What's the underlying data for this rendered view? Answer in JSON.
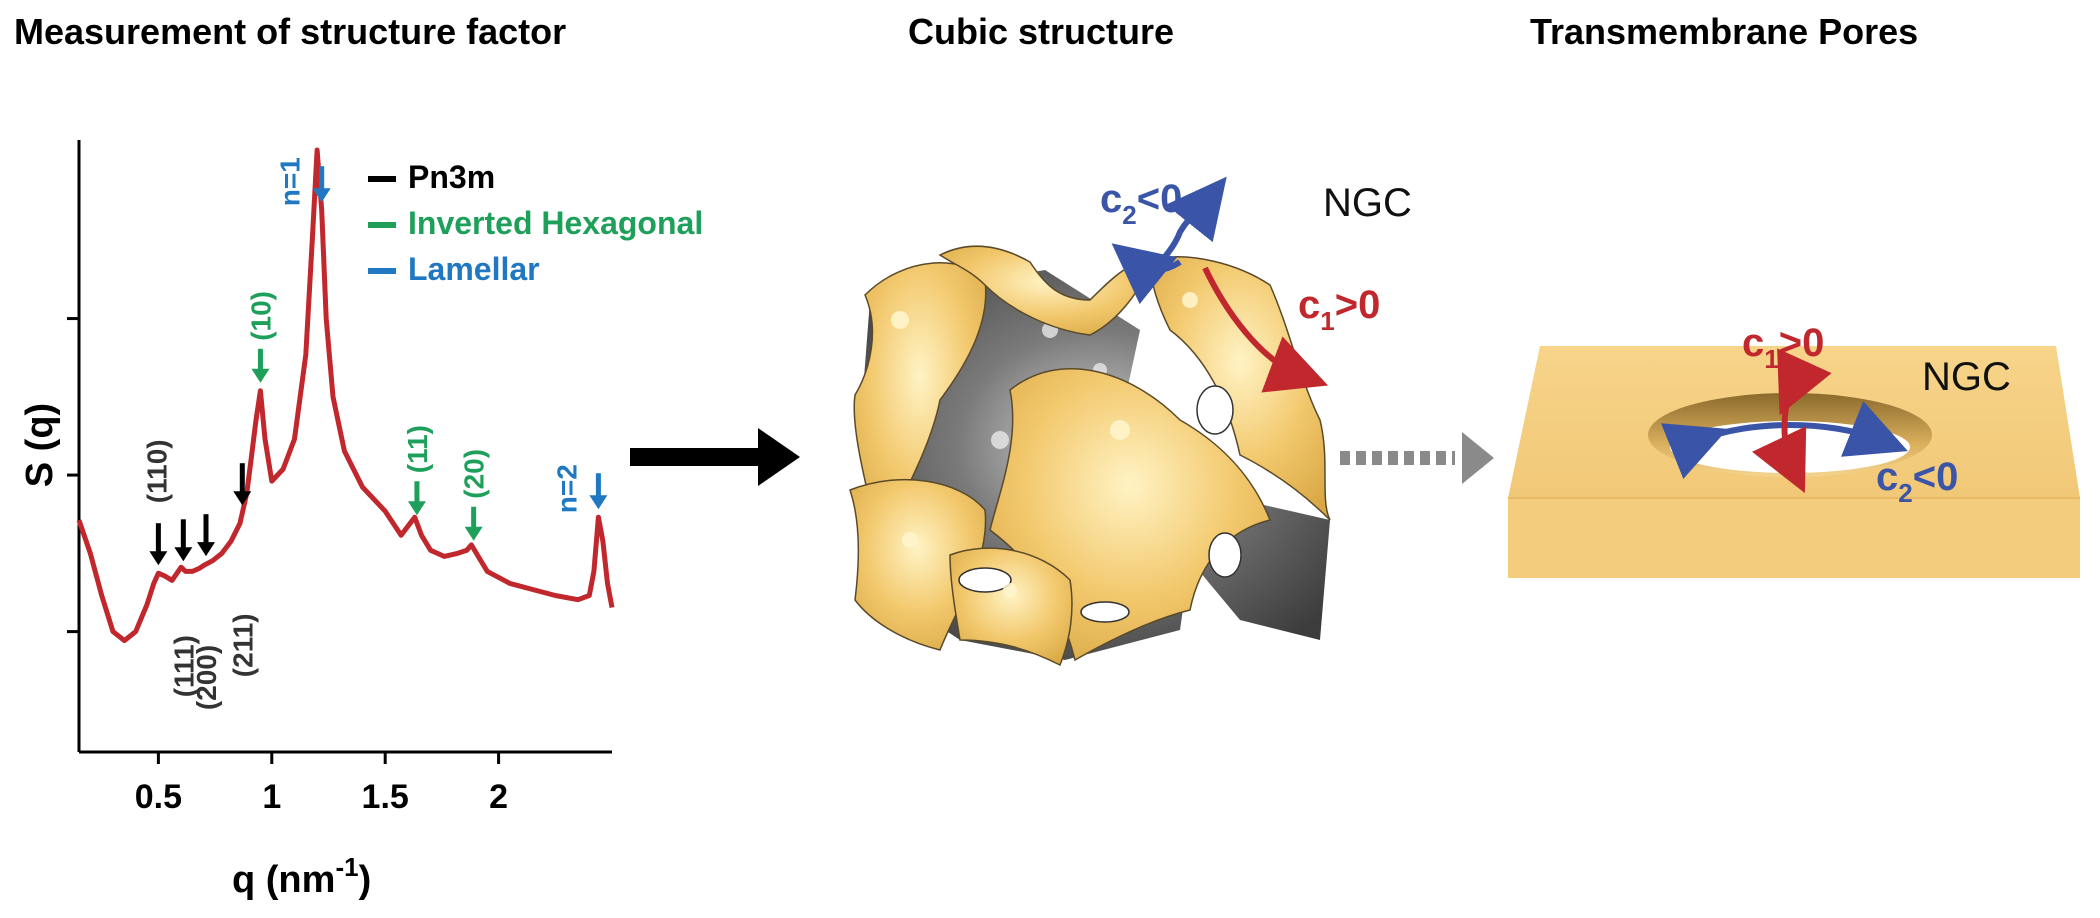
{
  "titles": {
    "left": "Measurement of structure factor",
    "middle": "Cubic structure",
    "right": "Transmembrane Pores"
  },
  "colors": {
    "curve": "#c0282d",
    "pn3m": "#000000",
    "hexagonal": "#1fa05a",
    "lamellar": "#1f78c1",
    "membrane_gold": "#f1c97a",
    "cubic_gray": "#6d6d6d",
    "c1_red": "#c0282d",
    "c2_blue": "#3a55a8",
    "dashed_arrow_gray": "#8a8a8a"
  },
  "chart_data": {
    "type": "line",
    "title": "Measurement of structure factor",
    "xlabel": "q (nm",
    "xlabel_sup": "-1",
    "xlabel_close": ")",
    "ylabel": "S (q)",
    "xlim": [
      0.15,
      2.5
    ],
    "ylim": [
      0,
      1
    ],
    "xticks": [
      0.5,
      1,
      1.5,
      2
    ],
    "xtick_labels": [
      "0.5",
      "1",
      "1.5",
      "2"
    ],
    "yticks": [
      0.2,
      0.46,
      0.72
    ],
    "series": [
      {
        "color": "#c0282d",
        "x": [
          0.15,
          0.2,
          0.25,
          0.3,
          0.35,
          0.4,
          0.45,
          0.48,
          0.5,
          0.53,
          0.56,
          0.6,
          0.62,
          0.65,
          0.68,
          0.7,
          0.74,
          0.78,
          0.82,
          0.86,
          0.89,
          0.91,
          0.93,
          0.95,
          0.97,
          1.0,
          1.05,
          1.1,
          1.15,
          1.18,
          1.2,
          1.22,
          1.24,
          1.27,
          1.32,
          1.4,
          1.5,
          1.57,
          1.6,
          1.63,
          1.66,
          1.7,
          1.76,
          1.82,
          1.86,
          1.88,
          1.91,
          1.95,
          2.05,
          2.15,
          2.25,
          2.35,
          2.4,
          2.42,
          2.44,
          2.46,
          2.48,
          2.5
        ],
        "y": [
          0.385,
          0.33,
          0.26,
          0.2,
          0.185,
          0.2,
          0.245,
          0.28,
          0.297,
          0.292,
          0.285,
          0.307,
          0.3,
          0.3,
          0.305,
          0.31,
          0.318,
          0.33,
          0.35,
          0.38,
          0.43,
          0.49,
          0.55,
          0.6,
          0.52,
          0.45,
          0.47,
          0.52,
          0.66,
          0.86,
          1.0,
          0.9,
          0.72,
          0.59,
          0.5,
          0.44,
          0.4,
          0.36,
          0.375,
          0.39,
          0.36,
          0.335,
          0.325,
          0.33,
          0.335,
          0.344,
          0.325,
          0.3,
          0.28,
          0.27,
          0.26,
          0.253,
          0.26,
          0.3,
          0.39,
          0.35,
          0.28,
          0.24
        ]
      }
    ],
    "legend": [
      {
        "label": "Pn3m",
        "color": "#000000"
      },
      {
        "label": "Inverted Hexagonal",
        "color": "#1fa05a"
      },
      {
        "label": "Lamellar",
        "color": "#1f78c1"
      }
    ],
    "legend_position": "top-right",
    "annotations": {
      "pn3m": [
        {
          "x": 0.5,
          "label": "(110)",
          "label_side": "above"
        },
        {
          "x": 0.61,
          "label": "(111)",
          "label_side": "below"
        },
        {
          "x": 0.71,
          "label": "(200)",
          "label_side": "below"
        },
        {
          "x": 0.87,
          "label": "(211)",
          "label_side": "below"
        }
      ],
      "hexagonal": [
        {
          "x": 0.95,
          "label": "(10)"
        },
        {
          "x": 1.64,
          "label": "(11)"
        },
        {
          "x": 1.89,
          "label": "(20)"
        }
      ],
      "lamellar": [
        {
          "x": 1.22,
          "label": "n=1"
        },
        {
          "x": 2.44,
          "label": "n=2"
        }
      ]
    }
  },
  "cubic": {
    "label_ngc": "NGC",
    "c1": {
      "main": "c",
      "sub": "1",
      "rel": ">0"
    },
    "c2": {
      "main": "c",
      "sub": "2",
      "rel": "<0"
    }
  },
  "pore": {
    "label_ngc": "NGC",
    "c1": {
      "main": "c",
      "sub": "1",
      "rel": ">0"
    },
    "c2": {
      "main": "c",
      "sub": "2",
      "rel": "<0"
    }
  }
}
